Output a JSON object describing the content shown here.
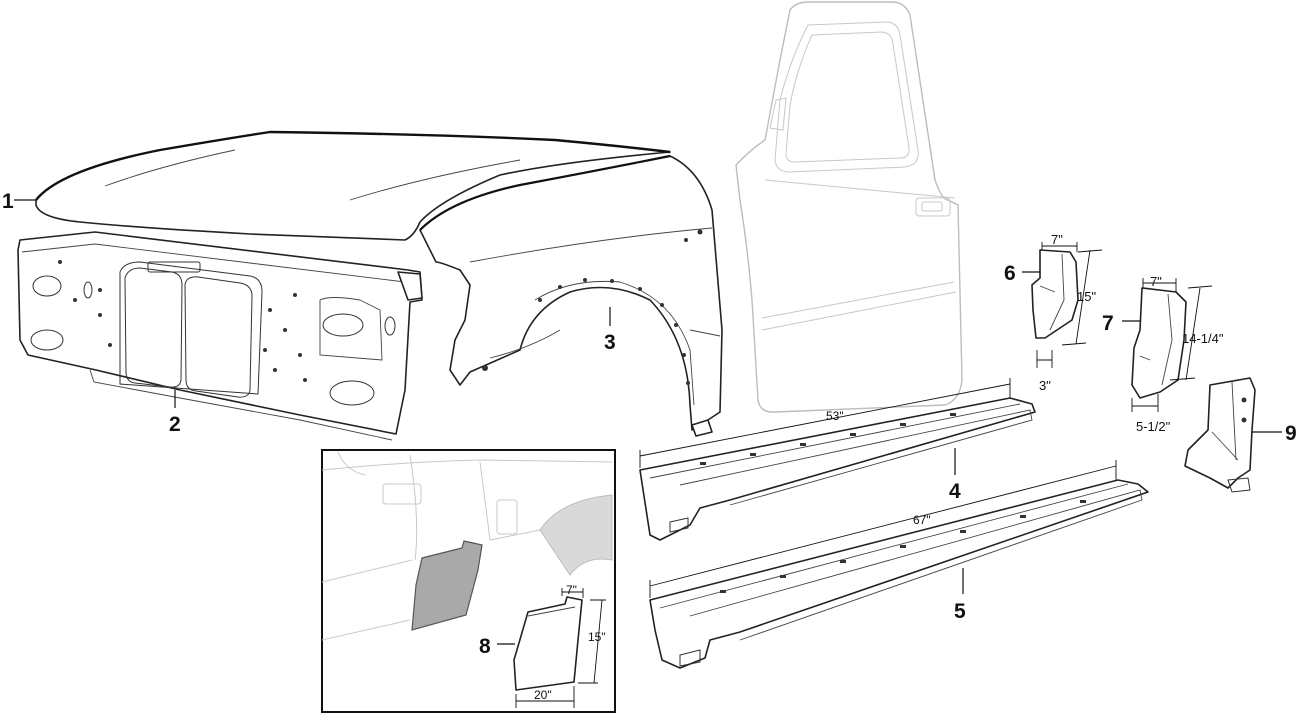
{
  "callouts": [
    "1",
    "2",
    "3",
    "4",
    "5",
    "6",
    "7",
    "8",
    "9"
  ],
  "dimensions": {
    "rocker_short": "53\"",
    "rocker_long": "67\"",
    "cab_corner_width": "7\"",
    "cab_corner_height": "15\"",
    "cab_corner_bottom": "3\"",
    "cab_corner2_width": "7\"",
    "cab_corner2_height": "14-1/4\"",
    "cab_corner2_bottom": "5-1/2\"",
    "patch_width": "7\"",
    "patch_height": "15\"",
    "patch_bottom": "20\""
  },
  "colors": {
    "line": "#222222",
    "ghost_line": "#bdbdbd",
    "highlight_fill": "#a9a9a9",
    "background": "#ffffff"
  }
}
